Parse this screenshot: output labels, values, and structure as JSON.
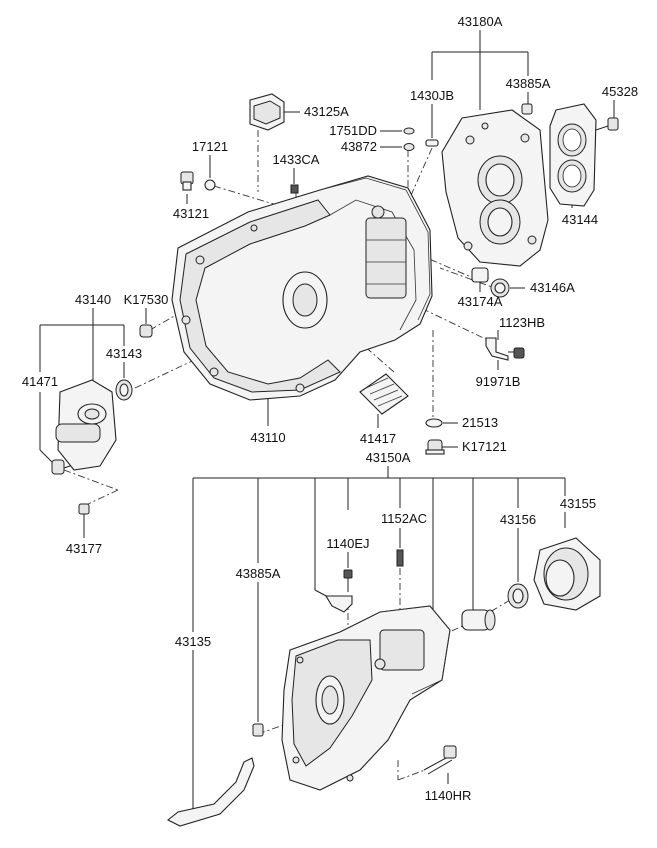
{
  "labels": {
    "p43180A": "43180A",
    "p1430JB": "1430JB",
    "p43885A_top": "43885A",
    "p45328": "45328",
    "p43125A": "43125A",
    "p1751DD": "1751DD",
    "p43872": "43872",
    "p17121": "17121",
    "p1433CA": "1433CA",
    "p43121": "43121",
    "p43144": "43144",
    "p43174A": "43174A",
    "p43146A": "43146A",
    "p43140": "43140",
    "pK17530": "K17530",
    "p43143": "43143",
    "p41471": "41471",
    "p1123HB": "1123HB",
    "p91971B": "91971B",
    "p43110": "43110",
    "p41417": "41417",
    "p21513": "21513",
    "pK17121": "K17121",
    "p43150A": "43150A",
    "p43177": "43177",
    "p1152AC": "1152AC",
    "p43156": "43156",
    "p43155": "43155",
    "p1140EJ": "1140EJ",
    "p43885A_bottom": "43885A",
    "p43135": "43135",
    "p1140HR": "1140HR"
  }
}
